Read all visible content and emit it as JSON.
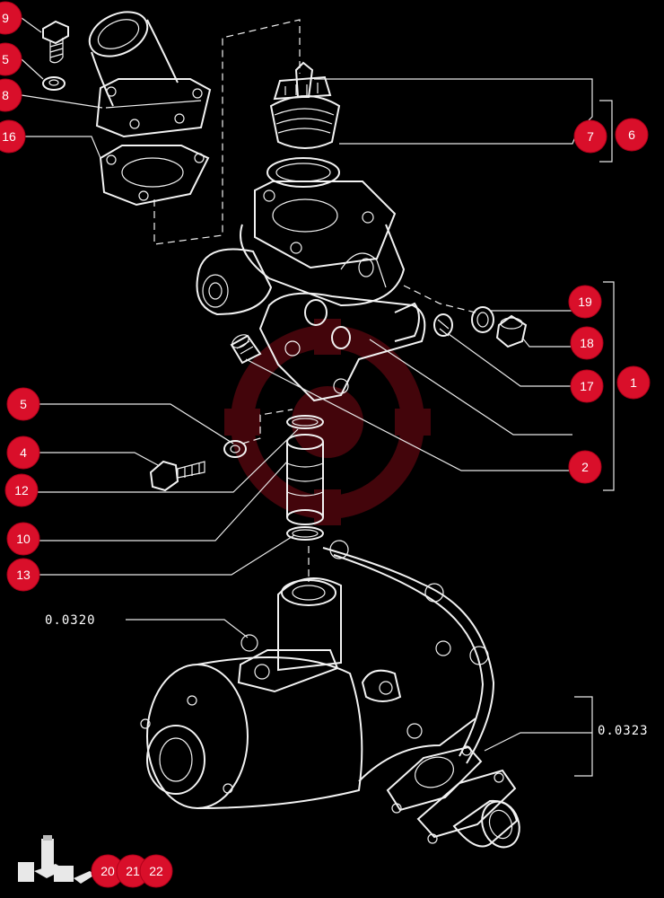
{
  "callouts": [
    "9",
    "5",
    "8",
    "16",
    "7",
    "6",
    "19",
    "18",
    "1",
    "17",
    "2",
    "5",
    "4",
    "12",
    "10",
    "13",
    "20",
    "21",
    "22"
  ],
  "reference_labels": [
    "0.0320",
    "0.0323"
  ],
  "colors": {
    "background": "#000000",
    "callout_fill": "#d90f2a",
    "linework": "#f2f2f2",
    "watermark": "#7a0a14"
  }
}
